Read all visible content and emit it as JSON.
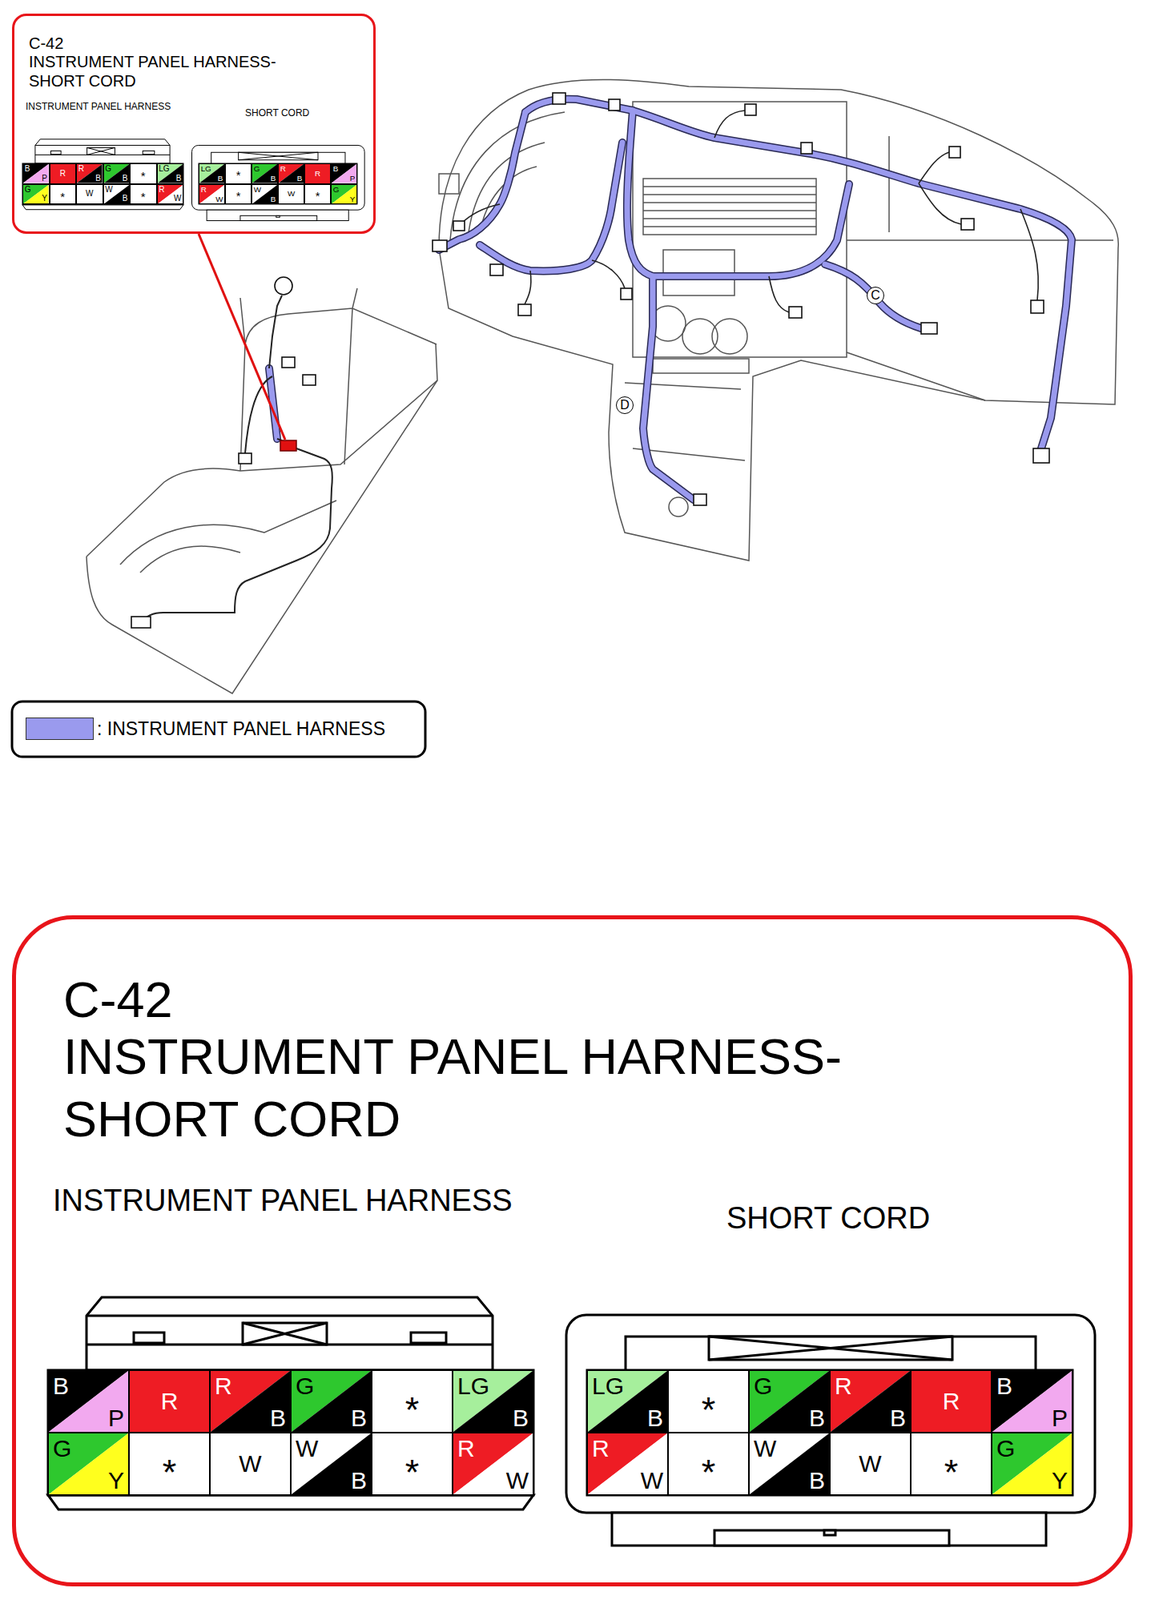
{
  "diagram": {
    "nodes": [
      {
        "text": [
          "C-42",
          "INSTRUMENT PANEL HARNESS- SHORT CORD"
        ]
      },
      {
        "text": [
          "INSTRUMENT PANEL HARNESS"
        ],
        "in": 0
      },
      {
        "text": [
          "B",
          "P"
        ],
        "in": 1
      },
      {
        "text": [
          "R"
        ],
        "in": 1
      },
      {
        "text": [
          "R",
          "B"
        ],
        "in": 1
      },
      {
        "text": [
          "G",
          "B"
        ],
        "in": 1
      },
      {
        "text": [
          "*"
        ],
        "in": 1
      },
      {
        "text": [
          "LG",
          "B"
        ],
        "in": 1
      },
      {
        "text": [
          "G",
          "Y"
        ],
        "in": 1
      },
      {
        "text": [
          "*"
        ],
        "in": 1
      },
      {
        "text": [
          "W"
        ],
        "in": 1
      },
      {
        "text": [
          "W",
          "B"
        ],
        "in": 1
      },
      {
        "text": [
          "*"
        ],
        "in": 1
      },
      {
        "text": [
          "R",
          "W"
        ],
        "in": 1
      },
      {
        "text": [
          "SHORT CORD"
        ],
        "in": 0
      },
      {
        "text": [
          "LG",
          "B"
        ],
        "in": 14
      },
      {
        "text": [
          "*"
        ],
        "in": 14
      },
      {
        "text": [
          "G",
          "B"
        ],
        "in": 14
      },
      {
        "text": [
          "R",
          "B"
        ],
        "in": 14
      },
      {
        "text": [
          "R"
        ],
        "in": 14
      },
      {
        "text": [
          "B",
          "P"
        ],
        "in": 14
      },
      {
        "text": [
          "R",
          "W"
        ],
        "in": 14
      },
      {
        "text": [
          "*"
        ],
        "in": 14
      },
      {
        "text": [
          "W",
          "B"
        ],
        "in": 14
      },
      {
        "text": [
          "W"
        ],
        "in": 14
      },
      {
        "text": [
          "*"
        ],
        "in": 14
      },
      {
        "text": [
          "G",
          "Y"
        ],
        "in": 14
      },
      {
        "text": [
          "C"
        ]
      },
      {
        "text": [
          "D"
        ]
      },
      {
        "text": [
          "C-42",
          "INSTRUMENT PANEL HARNESS- SHORT CORD"
        ]
      },
      {
        "text": [
          "INSTRUMENT PANEL HARNESS"
        ],
        "in": 29
      },
      {
        "text": [
          "B",
          "P"
        ],
        "in": 30
      },
      {
        "text": [
          "R"
        ],
        "in": 30
      },
      {
        "text": [
          "R",
          "B"
        ],
        "in": 30
      },
      {
        "text": [
          "G",
          "B"
        ],
        "in": 30
      },
      {
        "text": [
          "*"
        ],
        "in": 30
      },
      {
        "text": [
          "LG",
          "B"
        ],
        "in": 30
      },
      {
        "text": [
          "G",
          "Y"
        ],
        "in": 30
      },
      {
        "text": [
          "*"
        ],
        "in": 30
      },
      {
        "text": [
          "W"
        ],
        "in": 30
      },
      {
        "text": [
          "W",
          "B"
        ],
        "in": 30
      },
      {
        "text": [
          "*"
        ],
        "in": 30
      },
      {
        "text": [
          "R",
          "W"
        ],
        "in": 30
      },
      {
        "text": [
          "SHORT CORD"
        ],
        "in": 29
      },
      {
        "text": [
          "LG",
          "B"
        ],
        "in": 43
      },
      {
        "text": [
          "*"
        ],
        "in": 43
      },
      {
        "text": [
          "G",
          "B"
        ],
        "in": 43
      },
      {
        "text": [
          "R",
          "B"
        ],
        "in": 43
      },
      {
        "text": [
          "R"
        ],
        "in": 43
      },
      {
        "text": [
          "B",
          "P"
        ],
        "in": 43
      },
      {
        "text": [
          "R",
          "W"
        ],
        "in": 43
      },
      {
        "text": [
          "*"
        ],
        "in": 43
      },
      {
        "text": [
          "W",
          "B"
        ],
        "in": 43
      },
      {
        "text": [
          "W"
        ],
        "in": 43
      },
      {
        "text": [
          "*"
        ],
        "in": 43
      },
      {
        "text": [
          "G",
          "Y"
        ],
        "in": 43
      }
    ],
    "legend": [
      {
        "text": ": INSTRUMENT PANEL HARNESS",
        "color": "#9a9aee"
      }
    ]
  }
}
